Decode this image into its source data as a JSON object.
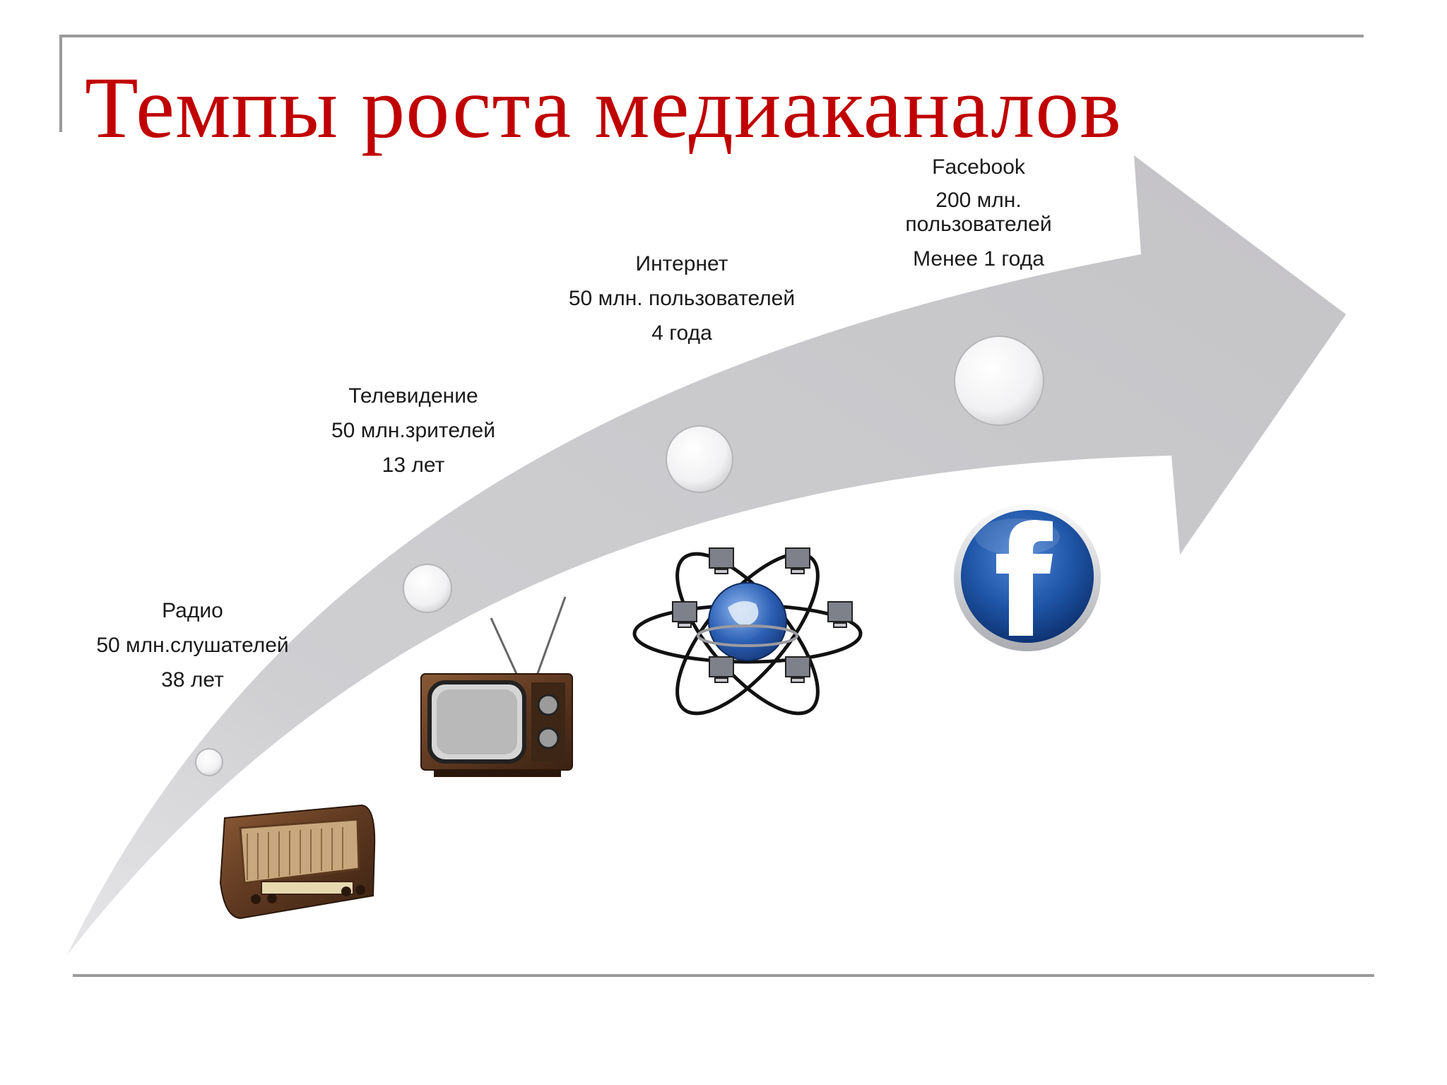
{
  "slide": {
    "title": "Темпы роста медиаканалов"
  },
  "milestones": [
    {
      "channel": "Радио",
      "audience": "50 млн.слушателей",
      "time": "38 лет",
      "icon": "radio-icon"
    },
    {
      "channel": "Телевидение",
      "audience": "50 млн.зрителей",
      "time": "13 лет",
      "icon": "tv-icon"
    },
    {
      "channel": "Интернет",
      "audience": "50 млн. пользователей",
      "time": "4 года",
      "icon": "network-icon"
    },
    {
      "channel": "Facebook",
      "audience": "200 млн.\nпользователей",
      "time": "Менее 1 года",
      "icon": "facebook-icon"
    }
  ],
  "colors": {
    "title": "#c00000",
    "arrow": "#c9c8cb",
    "rules": "#9a9a9a",
    "facebook": "#1c4f9c"
  }
}
